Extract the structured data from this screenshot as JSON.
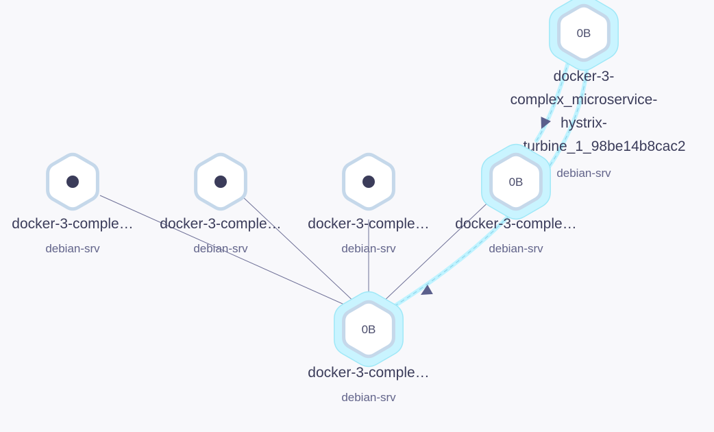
{
  "nodes": [
    {
      "id": "top",
      "metric": "0B",
      "title_lines": [
        "docker-3-",
        "complex_microservice-",
        "hystrix-",
        "turbine_1_98be14b8cac2"
      ],
      "subtitle": "debian-srv",
      "highlighted": true,
      "icon": "hexagon-node-icon"
    },
    {
      "id": "n1",
      "metric": "",
      "title_lines": [
        "docker-3-comple…"
      ],
      "subtitle": "debian-srv",
      "highlighted": false,
      "icon": "dot-icon"
    },
    {
      "id": "n2",
      "metric": "",
      "title_lines": [
        "docker-3-comple…"
      ],
      "subtitle": "debian-srv",
      "highlighted": false,
      "icon": "dot-icon"
    },
    {
      "id": "n3",
      "metric": "",
      "title_lines": [
        "docker-3-comple…"
      ],
      "subtitle": "debian-srv",
      "highlighted": false,
      "icon": "dot-icon"
    },
    {
      "id": "n4",
      "metric": "0B",
      "title_lines": [
        "docker-3-comple…"
      ],
      "subtitle": "debian-srv",
      "highlighted": true,
      "icon": "hexagon-node-icon"
    },
    {
      "id": "bottom",
      "metric": "0B",
      "title_lines": [
        "docker-3-comple…"
      ],
      "subtitle": "debian-srv",
      "highlighted": true,
      "icon": "hexagon-node-icon"
    }
  ],
  "edges": [
    {
      "from": "top",
      "to": "n4",
      "highlighted": true,
      "arrow": true
    },
    {
      "from": "top",
      "to": "bottom",
      "highlighted": true,
      "arrow": true
    },
    {
      "from": "n1",
      "to": "bottom",
      "highlighted": false,
      "arrow": false
    },
    {
      "from": "n2",
      "to": "bottom",
      "highlighted": false,
      "arrow": false
    },
    {
      "from": "n3",
      "to": "bottom",
      "highlighted": false,
      "arrow": false
    },
    {
      "from": "n4",
      "to": "bottom",
      "highlighted": false,
      "arrow": false
    }
  ],
  "colors": {
    "background": "#f8f8fb",
    "edge": "#6d6f96",
    "edge_highlight": "#bff3ff",
    "hex_stroke": "#c5d8ea",
    "hex_fill": "#ffffff",
    "halo": "#c9f4ff",
    "halo_stroke": "#9fe8f7",
    "dot": "#3b3c5a",
    "arrow": "#5b5f8c"
  }
}
